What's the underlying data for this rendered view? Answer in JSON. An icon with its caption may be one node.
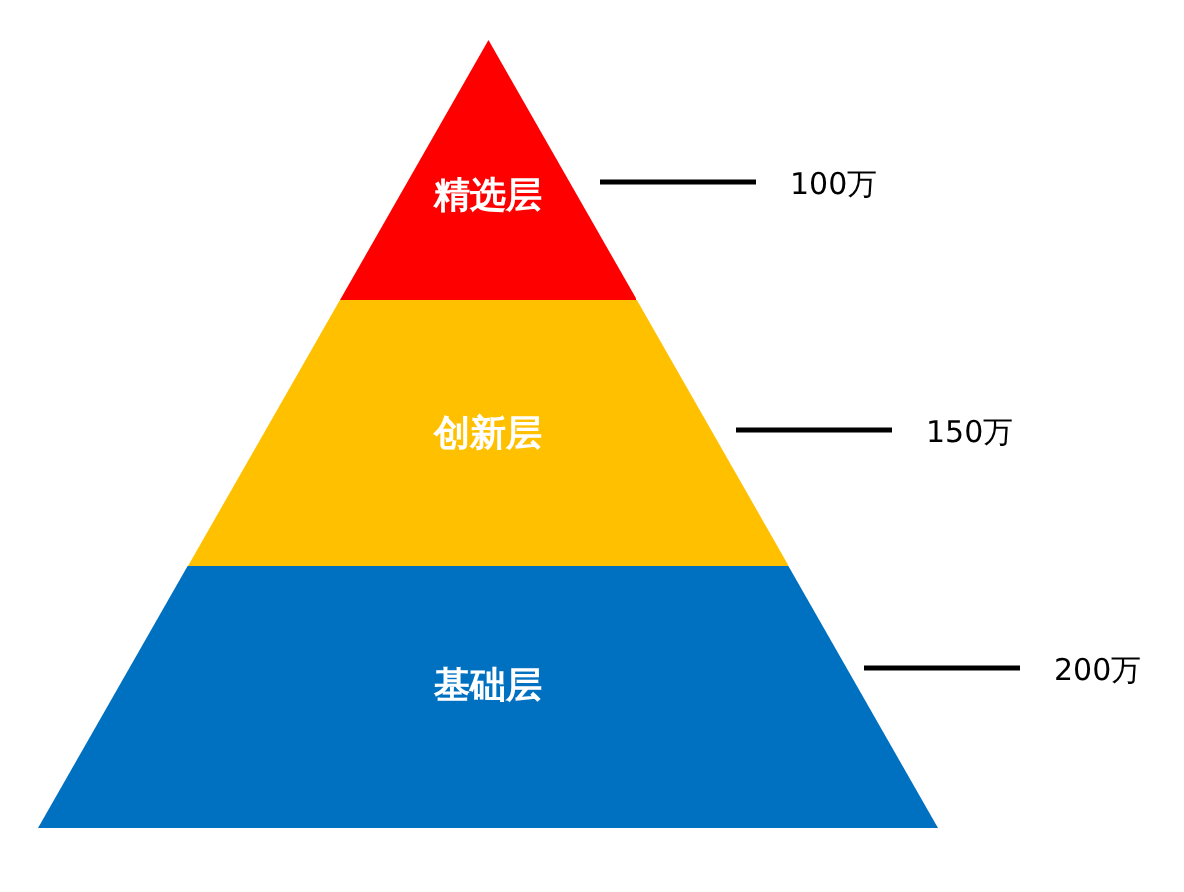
{
  "diagram": {
    "nodes": [
      {
        "text": [
          "精选层"
        ]
      },
      {
        "text": [
          "创新层"
        ]
      },
      {
        "text": [
          "基础层"
        ]
      },
      {
        "text": [
          "100万"
        ]
      },
      {
        "text": [
          "150万"
        ]
      },
      {
        "text": [
          "200万"
        ]
      }
    ],
    "edges": [
      {
        "from": 3,
        "to": 0,
        "arrow": "none"
      },
      {
        "from": 4,
        "to": 1,
        "arrow": "none"
      },
      {
        "from": 5,
        "to": 2,
        "arrow": "none"
      }
    ]
  }
}
